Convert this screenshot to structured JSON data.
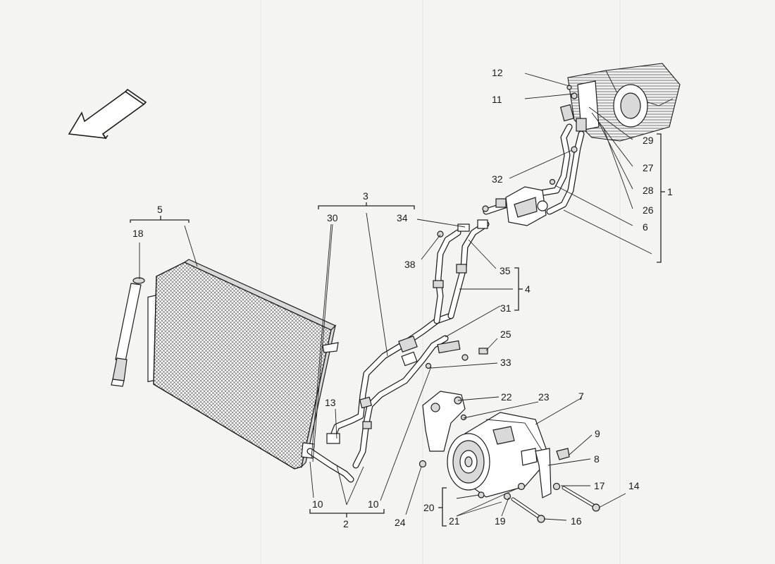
{
  "diagram": {
    "callouts": [
      {
        "id": "c1",
        "text": "1"
      },
      {
        "id": "c2",
        "text": "2"
      },
      {
        "id": "c3",
        "text": "3"
      },
      {
        "id": "c4",
        "text": "4"
      },
      {
        "id": "c5",
        "text": "5"
      },
      {
        "id": "c6",
        "text": "6"
      },
      {
        "id": "c7",
        "text": "7"
      },
      {
        "id": "c8",
        "text": "8"
      },
      {
        "id": "c9",
        "text": "9"
      },
      {
        "id": "c10a",
        "text": "10"
      },
      {
        "id": "c10b",
        "text": "10"
      },
      {
        "id": "c10c",
        "text": "10"
      },
      {
        "id": "c11",
        "text": "11"
      },
      {
        "id": "c12",
        "text": "12"
      },
      {
        "id": "c13",
        "text": "13"
      },
      {
        "id": "c14",
        "text": "14"
      },
      {
        "id": "c16",
        "text": "16"
      },
      {
        "id": "c17",
        "text": "17"
      },
      {
        "id": "c18",
        "text": "18"
      },
      {
        "id": "c19",
        "text": "19"
      },
      {
        "id": "c20",
        "text": "20"
      },
      {
        "id": "c21",
        "text": "21"
      },
      {
        "id": "c22",
        "text": "22"
      },
      {
        "id": "c23",
        "text": "23"
      },
      {
        "id": "c24",
        "text": "24"
      },
      {
        "id": "c25",
        "text": "25"
      },
      {
        "id": "c26",
        "text": "26"
      },
      {
        "id": "c27",
        "text": "27"
      },
      {
        "id": "c28",
        "text": "28"
      },
      {
        "id": "c29",
        "text": "29"
      },
      {
        "id": "c30",
        "text": "30"
      },
      {
        "id": "c31",
        "text": "31"
      },
      {
        "id": "c32",
        "text": "32"
      },
      {
        "id": "c33",
        "text": "33"
      },
      {
        "id": "c34",
        "text": "34"
      },
      {
        "id": "c35",
        "text": "35"
      },
      {
        "id": "c38",
        "text": "38"
      }
    ],
    "icons": {
      "direction": "direction-arrow-icon"
    },
    "colors": {
      "background": "#f4f4f2",
      "line": "#1c1c1c"
    }
  }
}
